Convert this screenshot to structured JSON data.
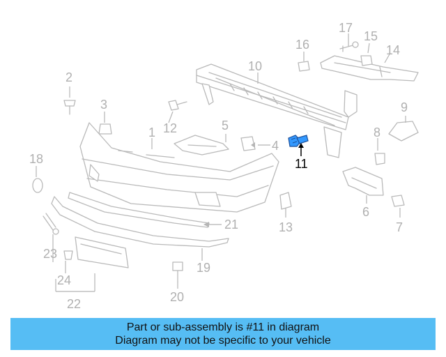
{
  "callouts": {
    "c1": "1",
    "c2": "2",
    "c3": "3",
    "c4": "4",
    "c5": "5",
    "c6": "6",
    "c7": "7",
    "c8": "8",
    "c9": "9",
    "c10": "10",
    "c11": "11",
    "c12": "12",
    "c13": "13",
    "c14": "14",
    "c15": "15",
    "c16": "16",
    "c17": "17",
    "c18": "18",
    "c19": "19",
    "c20": "20",
    "c21": "21",
    "c22": "22",
    "c23": "23",
    "c24": "24"
  },
  "highlight": {
    "part_number": "11",
    "color": "#3399ff"
  },
  "banner": {
    "line1": "Part or sub-assembly is #11 in diagram",
    "line2": "Diagram may not be specific to your vehicle",
    "color": "#56bdf4"
  }
}
